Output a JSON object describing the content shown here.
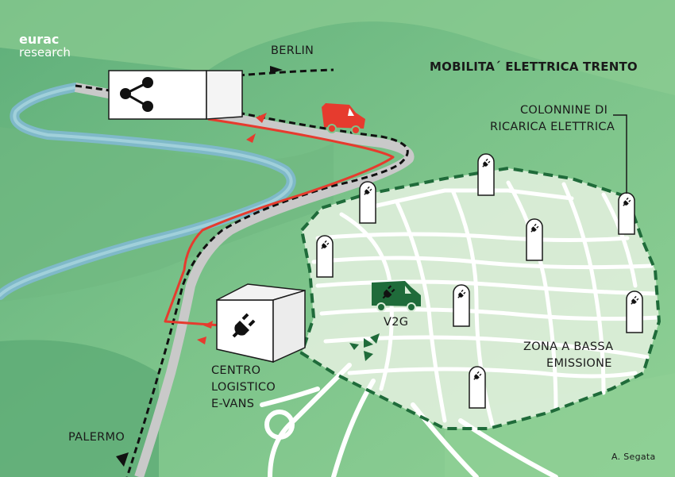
{
  "brand": {
    "line1": "eurac",
    "line2": "research"
  },
  "title": "MOBILITA´ ELETTRICA TRENTO",
  "labels": {
    "berlin": "BERLIN",
    "palermo": "PALERMO",
    "chargers_line1": "COLONNINE DI",
    "chargers_line2": "RICARICA ELETTRICA",
    "v2g": "V2G",
    "zone_line1": "ZONA A BASSA",
    "zone_line2": "EMISSIONE",
    "hub_line1": "CENTRO",
    "hub_line2": "LOGISTICO",
    "hub_line3": "E-VANS"
  },
  "credit": "A. Segata",
  "colors": {
    "background": "#7fc48a",
    "zone_border": "#1f6b3a",
    "route": "#e63b2e",
    "road": "#c9c9c9",
    "van_red": "#e63b2e",
    "van_green": "#1f6b3a"
  },
  "icons": [
    "share-icon",
    "plug-icon",
    "charging-station-icon",
    "electric-van-icon",
    "compass-icon"
  ]
}
